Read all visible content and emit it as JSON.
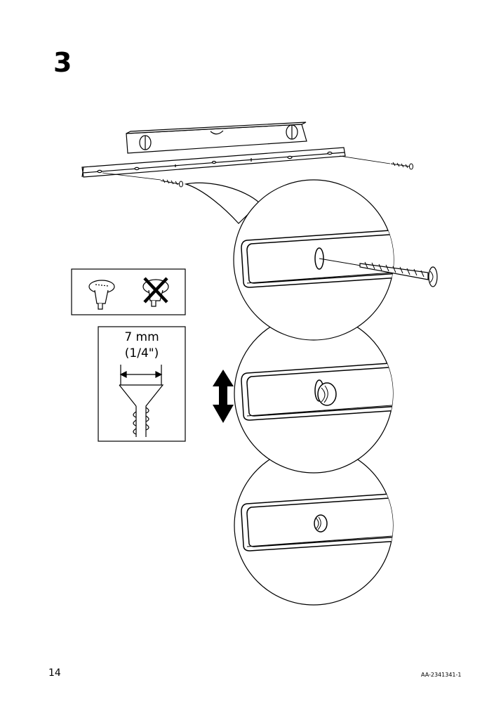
{
  "page": {
    "step_number": "3",
    "page_number": "14",
    "doc_code": "AA-2341341-1"
  },
  "screw_size": {
    "value": "7 mm",
    "imperial": "(1/4\")"
  }
}
